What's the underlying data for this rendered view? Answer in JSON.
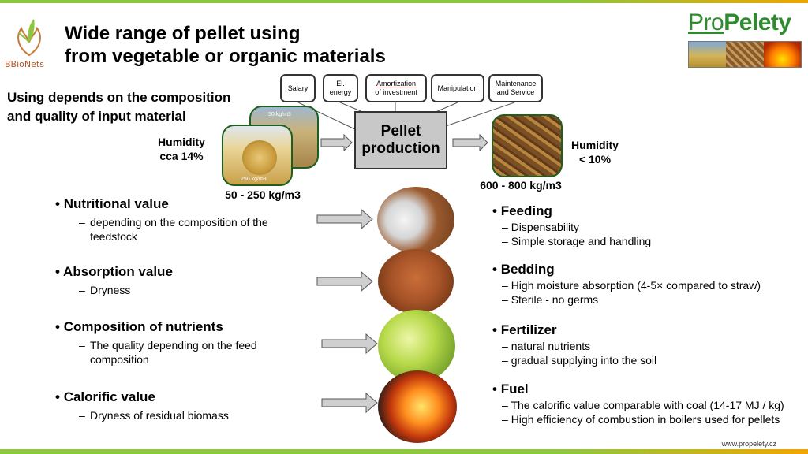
{
  "title": {
    "line1": "Wide range of pellet using",
    "line2": "from vegetable or organic materials"
  },
  "subtitle": {
    "line1": "Using depends on the composition",
    "line2": "and quality of input material"
  },
  "logo_left": {
    "text": "BBioNets"
  },
  "logo_right": {
    "pro": "Pro",
    "peletly": "Pelety"
  },
  "factors": [
    {
      "label1": "Salary",
      "label2": ""
    },
    {
      "label1": "El.",
      "label2": "energy"
    },
    {
      "label1": "Amortization",
      "label2": "of investment"
    },
    {
      "label1": "Manipulation",
      "label2": ""
    },
    {
      "label1": "Maintenance",
      "label2": "and Service"
    }
  ],
  "production": {
    "line1": "Pellet",
    "line2": "production"
  },
  "input": {
    "humidity1": "Humidity",
    "humidity2": "cca 14%",
    "density": "50 - 250 kg/m3",
    "tag_back": "50 kg/m3",
    "tag_front": "250 kg/m3"
  },
  "output": {
    "humidity1": "Humidity",
    "humidity2": "< 10%",
    "density": "600 - 800 kg/m3"
  },
  "left_bullets": [
    {
      "head": "Nutritional value",
      "sub1": "depending on the composition of the",
      "sub2": "feedstock"
    },
    {
      "head": "Absorption value",
      "sub1": "Dryness",
      "sub2": ""
    },
    {
      "head": "Composition of nutrients",
      "sub1": "The quality depending on the feed",
      "sub2": "composition"
    },
    {
      "head": "Calorific value",
      "sub1": "Dryness of residual biomass",
      "sub2": ""
    }
  ],
  "right_bullets": [
    {
      "head": "Feeding",
      "l1": "Dispensability",
      "l2": "Simple storage and handling"
    },
    {
      "head": "Bedding",
      "l1": "High moisture absorption (4-5× compared to straw)",
      "l2": "Sterile - no germs"
    },
    {
      "head": "Fertilizer",
      "l1": "natural nutrients",
      "l2": "gradual supplying into the soil"
    },
    {
      "head": "Fuel",
      "l1": "The calorific value comparable with coal (14-17 MJ / kg)",
      "l2": "High efficiency of combustion in boilers used for pellets"
    }
  ],
  "footer": "www.propelety.cz",
  "colors": {
    "accent_green": "#8dc63f",
    "accent_orange": "#f0a500",
    "frame_green": "#1e5e1e"
  }
}
